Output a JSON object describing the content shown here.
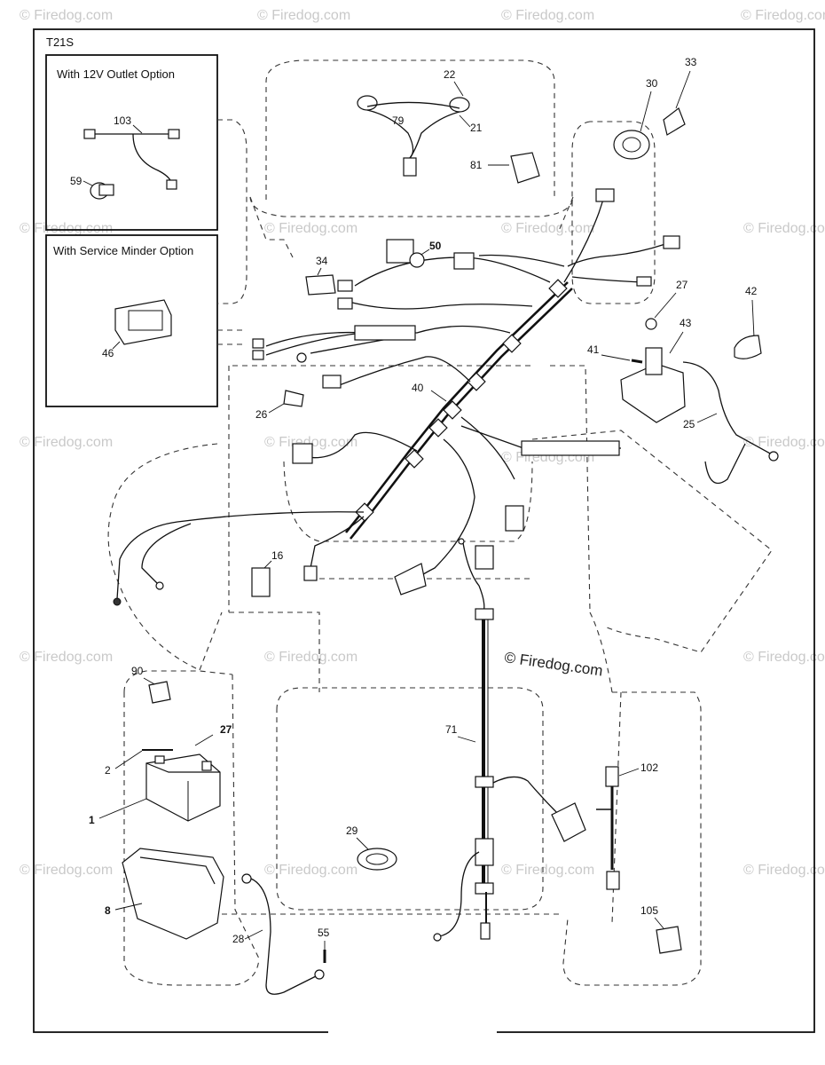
{
  "diagram": {
    "code": "T21S",
    "copyright": "© Firedog.com",
    "watermark": "© Firedog.com",
    "inset_12v": {
      "title": "With 12V Outlet Option",
      "parts": [
        "103",
        "59"
      ]
    },
    "inset_service_minder": {
      "title": "With Service Minder Option",
      "parts": [
        "46"
      ]
    },
    "callouts": [
      "22",
      "79",
      "21",
      "30",
      "33",
      "81",
      "50",
      "34",
      "27",
      "42",
      "43",
      "41",
      "40",
      "26",
      "25",
      "16",
      "90",
      "27",
      "2",
      "1",
      "71",
      "102",
      "29",
      "8",
      "28",
      "55",
      "105"
    ]
  }
}
